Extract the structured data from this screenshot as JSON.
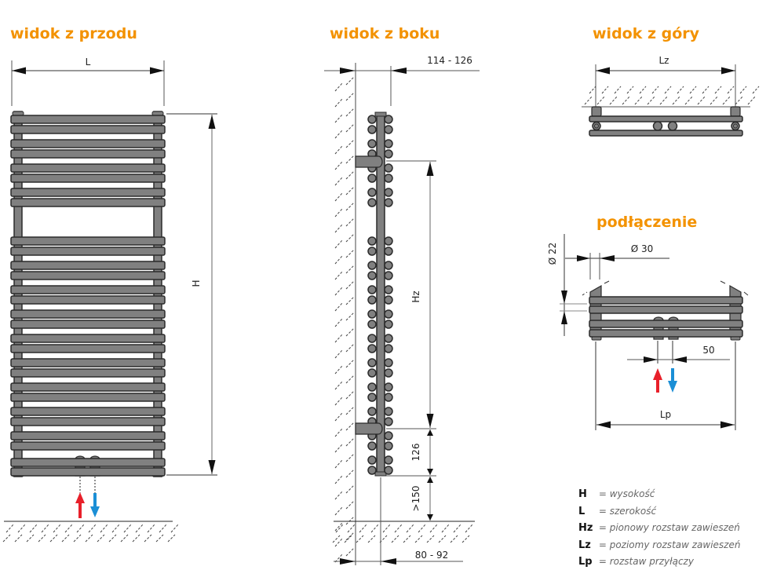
{
  "views": {
    "front": {
      "title": "widok z przodu",
      "width_label": "L",
      "height_label": "H",
      "bar_count": 28
    },
    "side": {
      "title": "widok z boku",
      "depth_label": "114 - 126",
      "hz_label": "Hz",
      "offset_label": "126",
      "floor_clearance_label": ">150",
      "wall_offset_label": "80 - 92"
    },
    "top": {
      "title": "widok z góry",
      "lz_label": "Lz"
    },
    "connection": {
      "title": "podłączenie",
      "pipe_diameter_label": "Ø 22",
      "collector_diameter_label": "Ø 30",
      "spacing_label": "50",
      "lp_label": "Lp"
    }
  },
  "colors": {
    "title": "#f39200",
    "tube_fill": "#808080",
    "tube_stroke": "#2b2b2b",
    "supply_arrow": "#e8202a",
    "return_arrow": "#1b8fd6"
  },
  "legend": [
    {
      "symbol": "H",
      "description": "= wysokość"
    },
    {
      "symbol": "L",
      "description": "= szerokość"
    },
    {
      "symbol": "Hz",
      "description": "= pionowy rozstaw zawieszeń"
    },
    {
      "symbol": "Lz",
      "description": "= poziomy rozstaw zawieszeń"
    },
    {
      "symbol": "Lp",
      "description": "= rozstaw przyłączy"
    }
  ]
}
